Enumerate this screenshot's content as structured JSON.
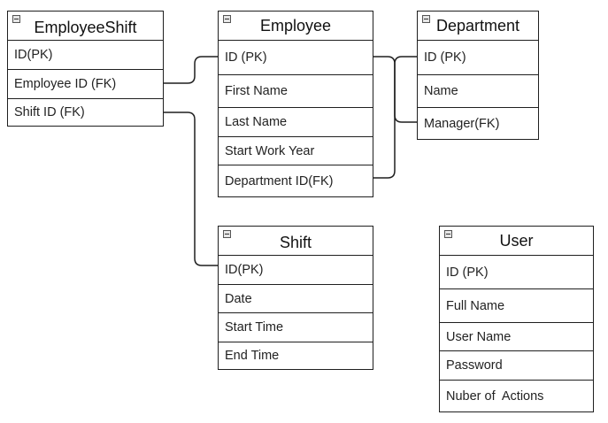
{
  "entities": {
    "employee_shift": {
      "title": "EmployeeShift",
      "fields": [
        "ID(PK)",
        "Employee ID (FK)",
        "Shift ID (FK)"
      ]
    },
    "employee": {
      "title": "Employee",
      "fields": [
        "ID (PK)",
        "First Name",
        "Last Name",
        "Start Work Year",
        "Department ID(FK)"
      ]
    },
    "department": {
      "title": "Department",
      "fields": [
        "ID (PK)",
        "Name",
        "Manager(FK)"
      ]
    },
    "shift": {
      "title": "Shift",
      "fields": [
        "ID(PK)",
        "Date",
        "Start Time",
        "End Time"
      ]
    },
    "user": {
      "title": "User",
      "fields": [
        "ID (PK)",
        "Full Name",
        "User Name",
        "Password",
        "Nuber of  Actions"
      ]
    }
  },
  "colors": {
    "border": "#1f1f1f",
    "background": "#ffffff",
    "text": "#222222"
  },
  "icons": {
    "header_icon": "collapse-minus-icon"
  }
}
